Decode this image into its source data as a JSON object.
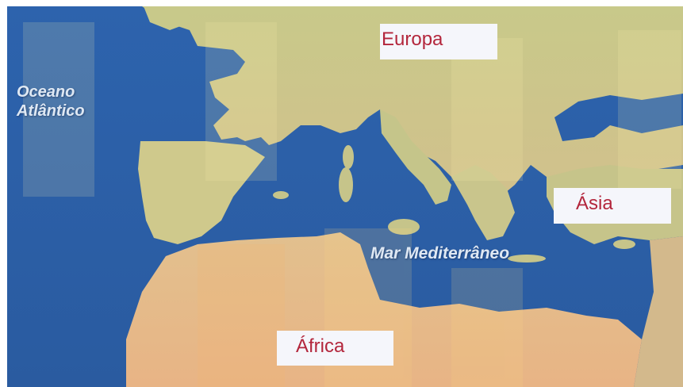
{
  "map": {
    "labels": {
      "ocean_line1": "Oceano",
      "ocean_line2": "Atlântico",
      "sea": "Mar Mediterrâneo"
    },
    "continents": {
      "europe": "Europa",
      "asia": "Ásia",
      "africa": "África"
    }
  }
}
